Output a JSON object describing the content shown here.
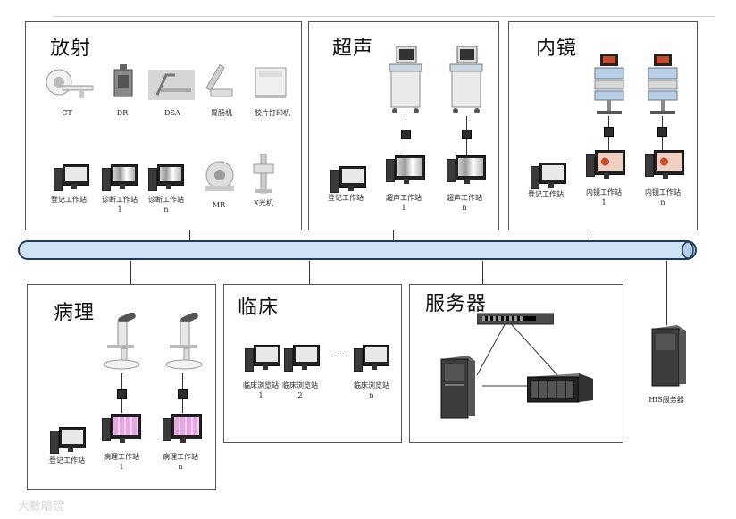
{
  "sections": {
    "radiology": {
      "title": "放射",
      "modalities": [
        "CT",
        "DR",
        "DSA",
        "胃肠机",
        "胶片打印机",
        "MR",
        "X光机"
      ],
      "workstations": [
        "登记工作站",
        "诊断工作站1",
        "诊断工作站n"
      ]
    },
    "ultrasound": {
      "title": "超声",
      "workstations": [
        "登记工作站",
        "超声工作站1",
        "超声工作站n"
      ]
    },
    "endoscopy": {
      "title": "内镜",
      "workstations": [
        "登记工作站",
        "内镜工作站1",
        "内镜工作站n"
      ]
    },
    "pathology": {
      "title": "病理",
      "workstations": [
        "登记工作站",
        "病理工作站1",
        "病理工作站n"
      ]
    },
    "clinical": {
      "title": "临床",
      "ellipsis": "……",
      "workstations": [
        "临床浏览站1",
        "临床浏览站2",
        "临床浏览站n"
      ]
    },
    "server": {
      "title": "服务器"
    },
    "his": {
      "label": "HIS服务器"
    }
  },
  "watermark": "大数暗镜",
  "colors": {
    "bus_fill": "#cfe3f5",
    "bus_stroke": "#1f3a5f",
    "frame": "#555555"
  }
}
